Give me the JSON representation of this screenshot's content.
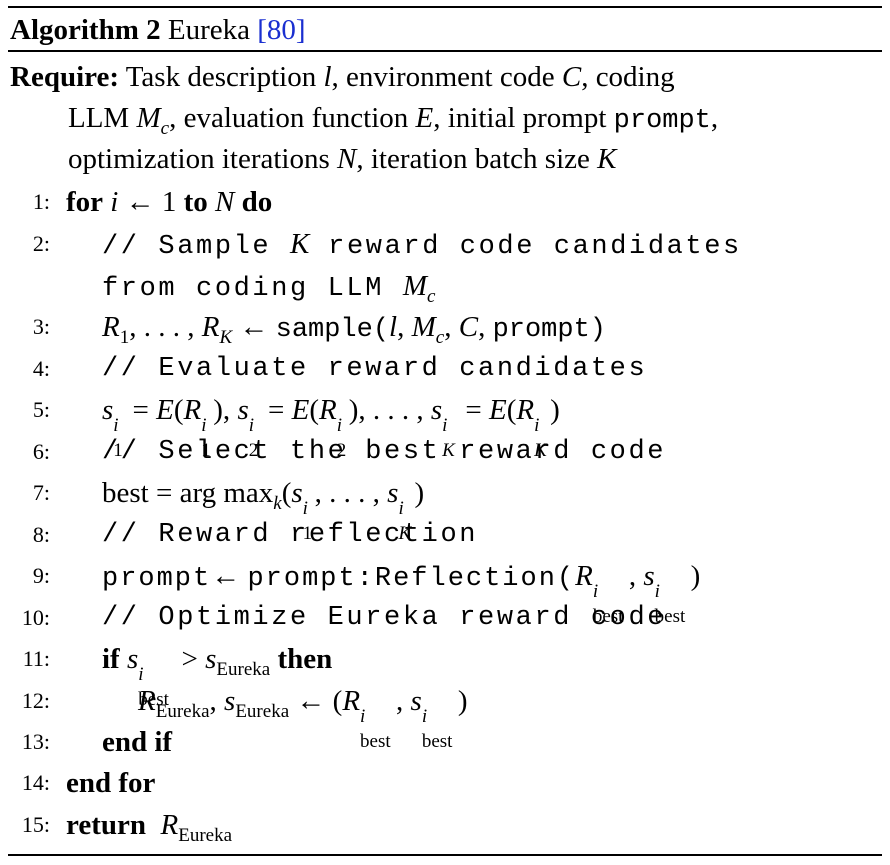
{
  "caption": {
    "label": "Algorithm 2",
    "name": "Eureka",
    "cite": "[80]"
  },
  "require": {
    "keyword": "Require:",
    "line1": "Task description l, environment code C, coding",
    "line2": "LLM Mc, evaluation function E, initial prompt prompt,",
    "line3": "optimization iterations N, iteration batch size K"
  },
  "lines": [
    {
      "num": "1:"
    },
    {
      "num": "2:"
    },
    {
      "num": "3:"
    },
    {
      "num": "4:"
    },
    {
      "num": "5:"
    },
    {
      "num": "6:"
    },
    {
      "num": "7:"
    },
    {
      "num": "8:"
    },
    {
      "num": "9:"
    },
    {
      "num": "10:"
    },
    {
      "num": "11:"
    },
    {
      "num": "12:"
    },
    {
      "num": "13:"
    },
    {
      "num": "14:"
    },
    {
      "num": "15:"
    }
  ],
  "comments": {
    "c2a": "// Sample ",
    "c2b": " reward code candidates",
    "c2c": "from coding LLM ",
    "c4": "// Evaluate reward candidates",
    "c6": "// Select the best reward code",
    "c8": "// Reward reflection",
    "c10": "// Optimize Eureka reward code"
  },
  "keywords": {
    "for": "for",
    "to": "to",
    "do": "do",
    "if": "if",
    "then": "then",
    "end_if": "end if",
    "end_for": "end for",
    "return": "return"
  }
}
